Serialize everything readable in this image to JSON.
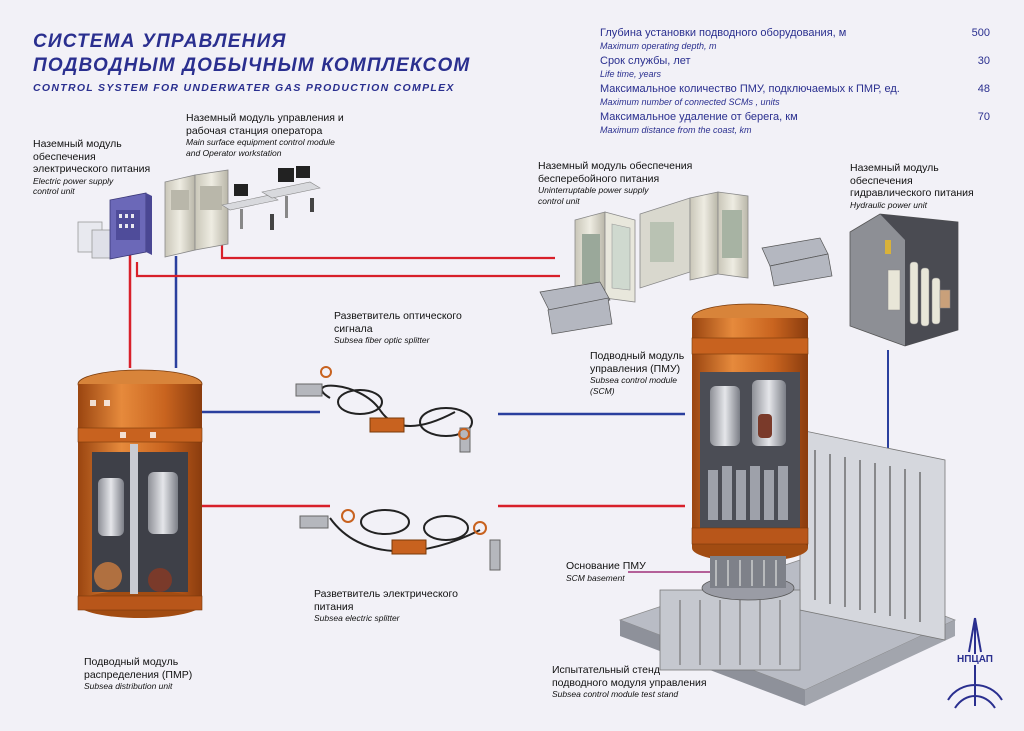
{
  "title": {
    "line1": "СИСТЕМА УПРАВЛЕНИЯ",
    "line2": "ПОДВОДНЫМ ДОБЫЧНЫМ КОМПЛЕКСОМ",
    "subtitle": "CONTROL SYSTEM FOR UNDERWATER GAS PRODUCTION COMPLEX"
  },
  "specs": [
    {
      "ru": "Глубина установки подводного оборудования, м",
      "en": "Maximum operating depth, m",
      "value": "500"
    },
    {
      "ru": "Срок службы, лет",
      "en": "Life time, years",
      "value": "30"
    },
    {
      "ru": "Максимальное количество ПМУ, подключаемых к ПМР, ед.",
      "en": "Maximum number of connected SCMs , units",
      "value": "48"
    },
    {
      "ru": "Максимальное удаление от берега, км",
      "en": "Maximum  distance from the coast, km",
      "value": "70"
    }
  ],
  "labels": {
    "power_unit": {
      "ru": "Наземный модуль\nобеспечения\nэлектрического питания",
      "en": "Electric power supply\ncontrol unit"
    },
    "surface_module": {
      "ru": "Наземный модуль  управления и\nрабочая станция оператора",
      "en": "Main surface equipment control module\nand Operator workstation"
    },
    "ups": {
      "ru": "Наземный модуль обеспечения\nбесперебойного питания",
      "en": "Uninterruptable power supply\ncontrol unit"
    },
    "hydraulic": {
      "ru": "Наземный модуль\nобеспечения\nгидравлического питания",
      "en": "Hydraulic power unit"
    },
    "fiber_splitter": {
      "ru": "Разветвитель оптического\nсигнала",
      "en": "Subsea fiber optic splitter"
    },
    "scm": {
      "ru": "Подводный модуль\nуправления (ПМУ)",
      "en": "Subsea control module\n(SCM)"
    },
    "basement": {
      "ru": "Основание ПМУ",
      "en": "SCM basement"
    },
    "electric_splitter": {
      "ru": "Разветвитель электрического\nпитания",
      "en": "Subsea electric splitter"
    },
    "sdu": {
      "ru": "Подводный модуль\nраспределения (ПМР)",
      "en": "Subsea distribution unit"
    },
    "test_stand": {
      "ru": "Испытательный стенд\nподводного модуля управления",
      "en": "Subsea control module test stand"
    }
  },
  "logo": {
    "text": "НПЦАП"
  },
  "colors": {
    "title": "#2a2f8f",
    "power_line": "#d8202a",
    "signal_line": "#2a3f9e",
    "orange": "#c8621f",
    "link_line": "#a0307a"
  },
  "icons": [
    "electric-cabinet-icon",
    "operator-workstation-icon",
    "ups-cabinet-icon",
    "hydraulic-unit-icon",
    "sdu-canister-icon",
    "fiber-splitter-icon",
    "electric-splitter-icon",
    "scm-canister-icon",
    "test-stand-icon",
    "npcap-logo-icon"
  ]
}
